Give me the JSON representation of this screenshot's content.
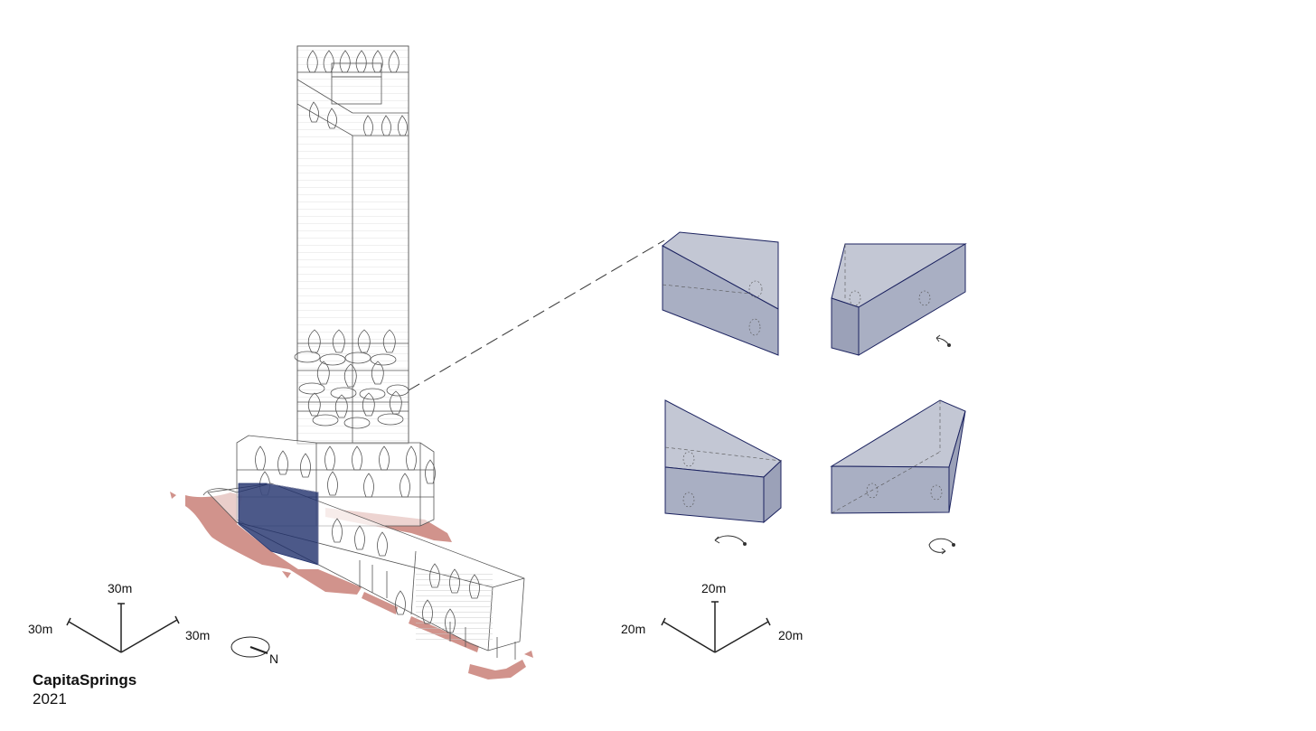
{
  "project": {
    "name": "CapitaSprings",
    "year": "2021"
  },
  "scale_left": {
    "vertical": "30m",
    "left": "30m",
    "right": "30m"
  },
  "scale_right": {
    "vertical": "20m",
    "left": "20m",
    "right": "20m"
  },
  "north": {
    "label": "N"
  },
  "colors": {
    "line": "#555555",
    "ground": "#c98078",
    "highlight": "#1f2f6b",
    "block_fill": "#a9afc3",
    "block_top": "#c3c7d4",
    "block_edge": "#1c2360"
  },
  "icons": [
    "rotate-ccw-icon",
    "rotate-ccw-icon",
    "rotate-cw-icon",
    "north-arrow-icon"
  ]
}
